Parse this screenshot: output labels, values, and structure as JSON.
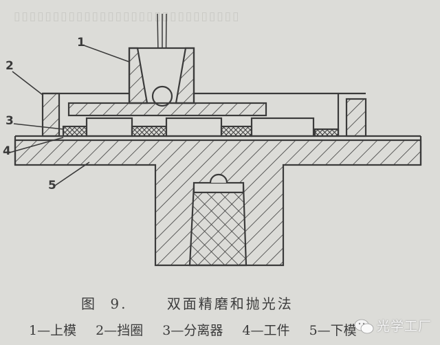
{
  "figure": {
    "number_label": "图",
    "number": "9.",
    "title": "双面精磨和抛光法",
    "part_labels": [
      "1",
      "2",
      "3",
      "4",
      "5"
    ],
    "legend": [
      {
        "num": "1",
        "name": "上模",
        "text": "1—上模"
      },
      {
        "num": "2",
        "name": "挡圈",
        "text": "2—挡圈"
      },
      {
        "num": "3",
        "name": "分离器",
        "text": "3—分离器"
      },
      {
        "num": "4",
        "name": "工件",
        "text": "4—工件"
      },
      {
        "num": "5",
        "name": "下模",
        "text": "5—下模"
      }
    ]
  },
  "watermark": {
    "icon": "wechat-icon",
    "text": "光学工厂"
  },
  "colors": {
    "paper": "#dcdcd8",
    "ink": "#3a3a3a"
  }
}
